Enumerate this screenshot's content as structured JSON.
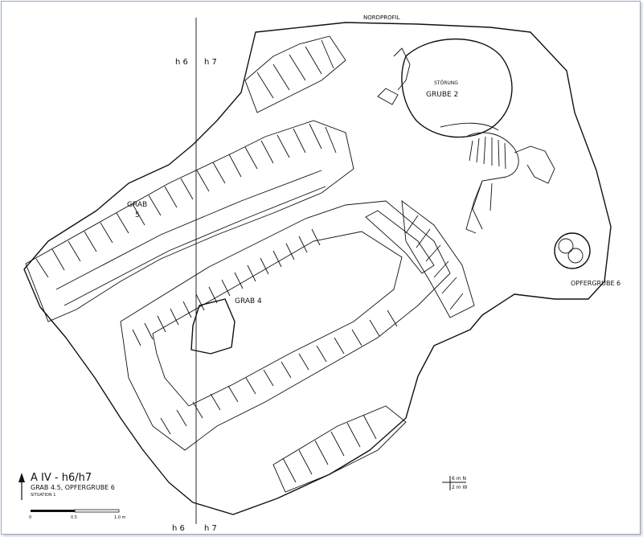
{
  "grid": {
    "top_left": "h 6",
    "top_right": "h 7",
    "bottom_left": "h 6",
    "bottom_right": "h 7"
  },
  "labels": {
    "nordprofil": "NORDPROFIL",
    "stoerung": "STÖRUNG",
    "grube2": "GRUBE 2",
    "grab5_a": "GRAB",
    "grab5_b": "5",
    "grab4": "GRAB 4",
    "opfergrube6": "OPFERGRUBE 6"
  },
  "title_block": {
    "title": "A IV - h6/h7",
    "subtitle": "GRAB 4.5, OPFERGRUBE 6",
    "situation": "SITUATION 1",
    "scale_start": "0",
    "scale_mid": "0.5",
    "scale_end": "1.0 m"
  },
  "coords": {
    "upper": "6 m N",
    "lower": "2 m W"
  },
  "colors": {
    "ink": "#111111",
    "frame": "#9aa8b8"
  }
}
